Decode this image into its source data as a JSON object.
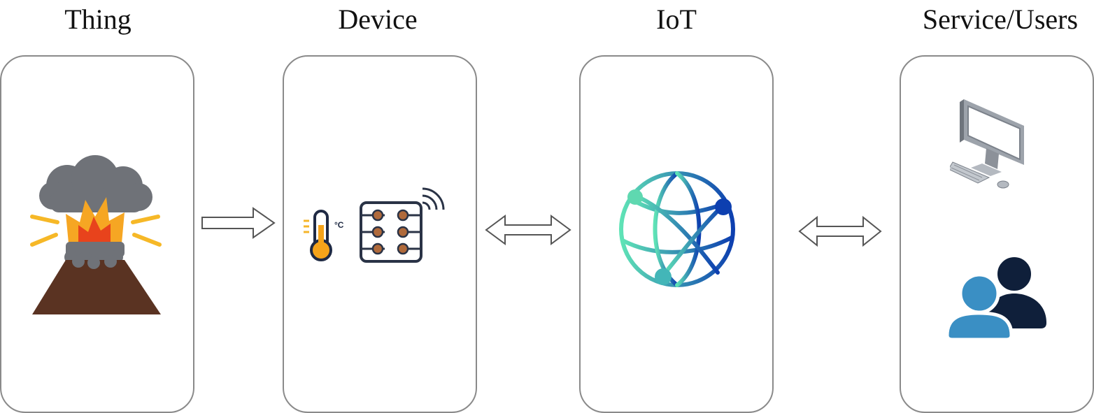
{
  "stages": [
    {
      "title": "Thing",
      "icon": "volcano-icon"
    },
    {
      "title": "Device",
      "icon": "thermometer-sensor-icon"
    },
    {
      "title": "IoT",
      "icon": "globe-network-icon"
    },
    {
      "title": "Service/Users",
      "icon": "computer-users-icon"
    }
  ],
  "thermometer_unit": "°C",
  "connectors": [
    {
      "from": "Thing",
      "to": "Device",
      "type": "one-way"
    },
    {
      "from": "Device",
      "to": "IoT",
      "type": "two-way"
    },
    {
      "from": "IoT",
      "to": "Service/Users",
      "type": "two-way"
    }
  ],
  "colors": {
    "panel_border": "#8a8a8a",
    "volcano_rock": "#5a3322",
    "volcano_smoke": "#6f7278",
    "volcano_fire": "#f6a623",
    "lava": "#e8431c",
    "thermometer": "#f5a31a",
    "sensor_pins": "#b06a3b",
    "globe_start": "#5fe3b6",
    "globe_end": "#0d3fb0",
    "user_front": "#3a8fc4",
    "user_back": "#0f1f3a"
  }
}
